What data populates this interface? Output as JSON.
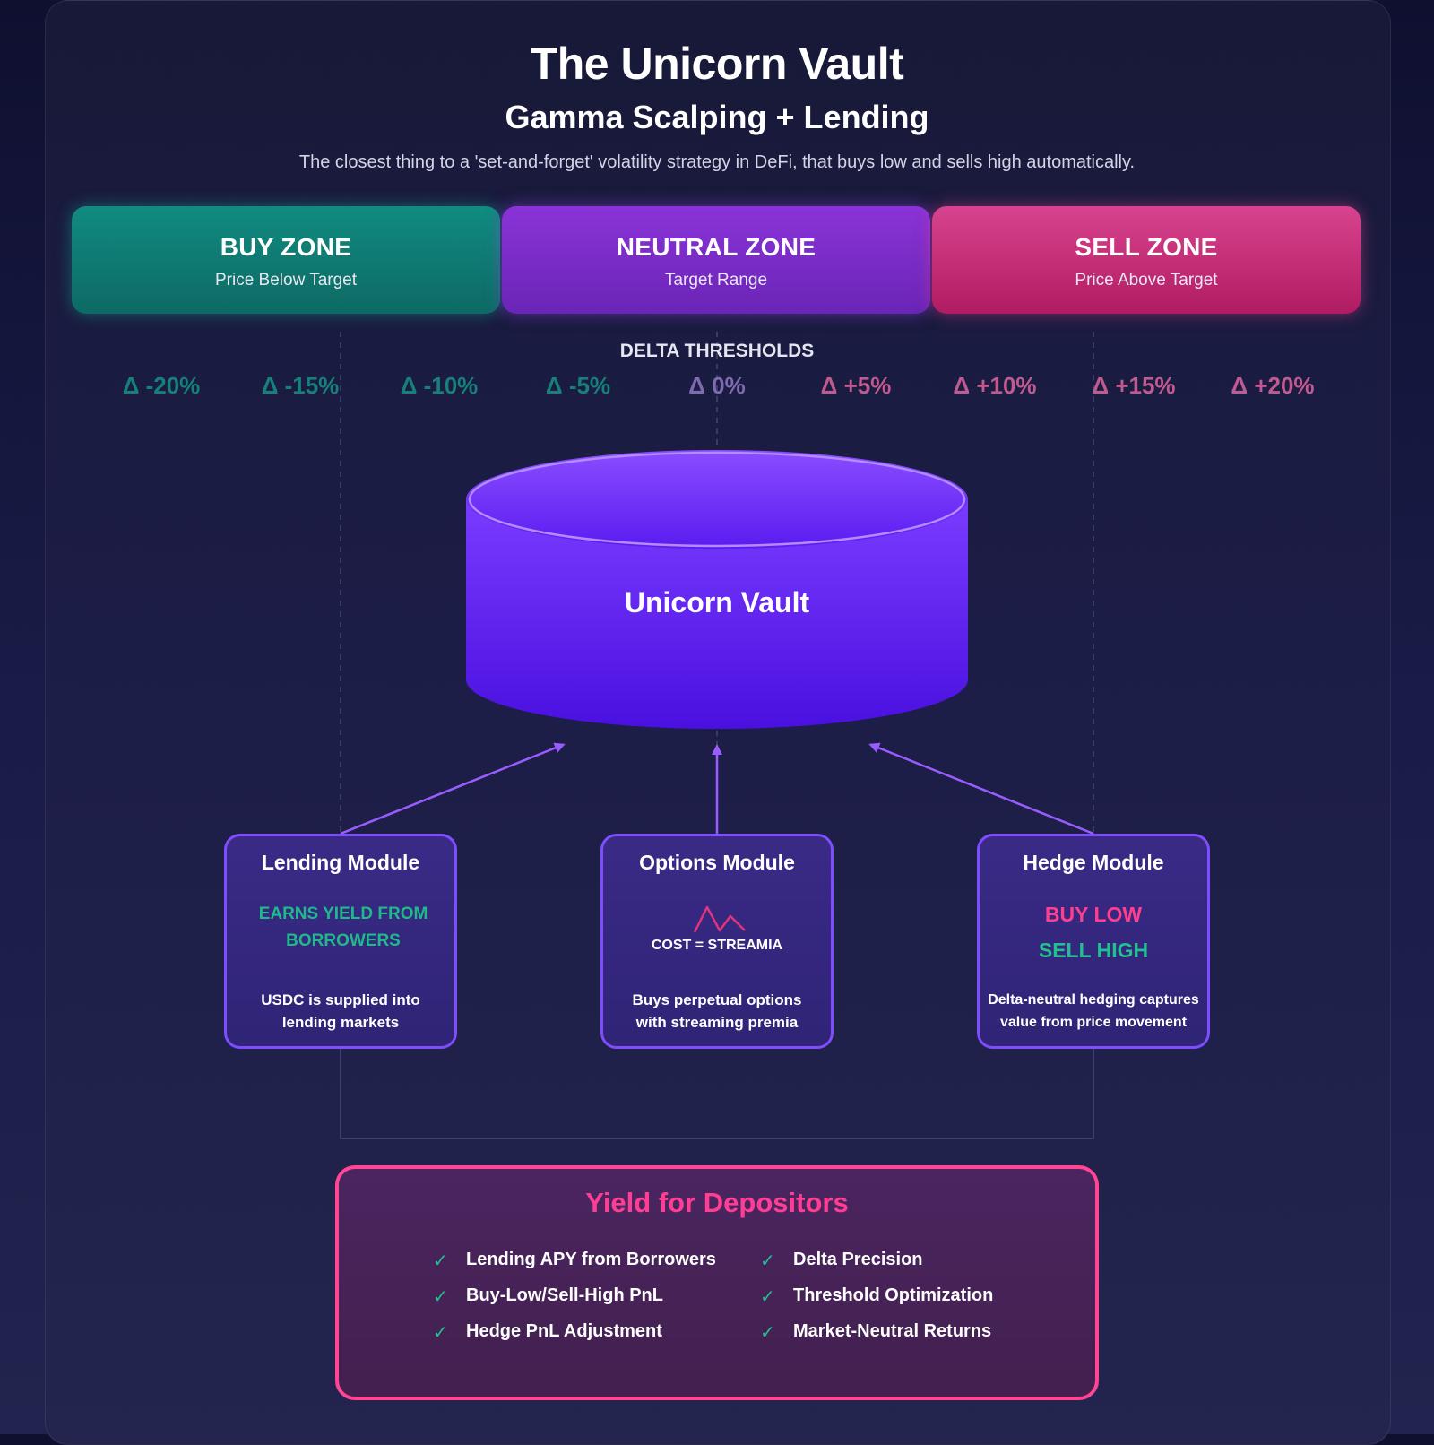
{
  "header": {
    "title": "The Unicorn Vault",
    "subtitle": "Gamma Scalping + Lending",
    "description": "The closest thing to a 'set-and-forget' volatility strategy in DeFi, that buys low and sells high automatically."
  },
  "zones": [
    {
      "title": "BUY ZONE",
      "subtitle": "Price Below Target"
    },
    {
      "title": "NEUTRAL ZONE",
      "subtitle": "Target Range"
    },
    {
      "title": "SELL ZONE",
      "subtitle": "Price Above Target"
    }
  ],
  "thresholds": {
    "title": "DELTA THRESHOLDS",
    "ticks": [
      "Δ -20%",
      "Δ -15%",
      "Δ -10%",
      "Δ -5%",
      "Δ 0%",
      "Δ +5%",
      "Δ +10%",
      "Δ +15%",
      "Δ +20%"
    ],
    "colors": {
      "negative": "#16807a",
      "zero": "#7f6bb0",
      "positive": "#c05a90"
    }
  },
  "vault": {
    "label": "Unicorn Vault"
  },
  "modules": {
    "lending": {
      "title": "Lending Module",
      "highlight": "EARNS YIELD FROM BORROWERS",
      "desc_line1": "USDC is supplied into",
      "desc_line2": "lending markets"
    },
    "options": {
      "title": "Options Module",
      "cost": "COST = STREAMIA",
      "desc_line1": "Buys perpetual options",
      "desc_line2": "with streaming premia"
    },
    "hedge": {
      "title": "Hedge Module",
      "buy": "BUY LOW",
      "sell": "SELL HIGH",
      "desc_line1": "Delta-neutral hedging captures",
      "desc_line2": "value from price movement"
    }
  },
  "yield": {
    "title": "Yield for Depositors",
    "check_symbol": "✓",
    "items": [
      "Lending APY from Borrowers",
      "Buy-Low/Sell-High PnL",
      "Hedge PnL Adjustment",
      "Delta Precision",
      "Threshold Optimization",
      "Market-Neutral Returns"
    ]
  },
  "colors": {
    "accent": "#7d4dff",
    "buy": "#118b80",
    "neutral": "#8a33d8",
    "sell": "#d8438f",
    "yield_accent": "#ff4593",
    "check": "#1fc091"
  }
}
